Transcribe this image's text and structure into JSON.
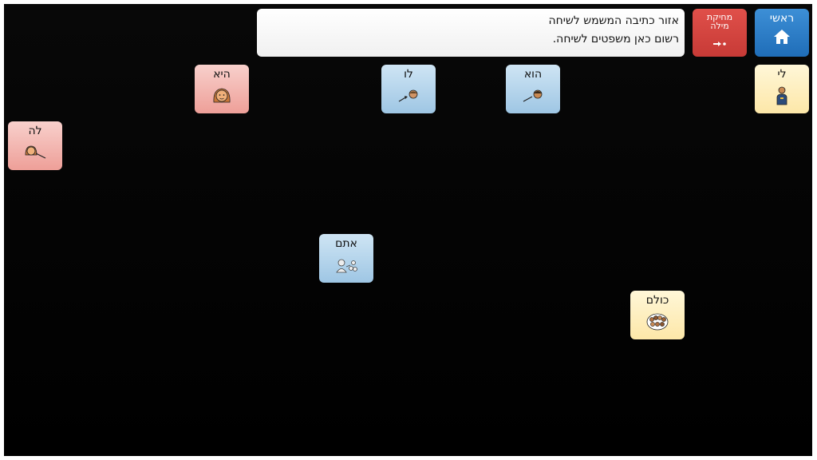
{
  "toolbar": {
    "home_label": "ראשי",
    "delete_label": "מחיקת מילה",
    "message_lines": [
      "אזור כתיבה המשמש לשיחה",
      "רשום כאן משפטים לשיחה."
    ]
  },
  "tiles": {
    "li": {
      "label": "לי",
      "icon": "person-self-icon"
    },
    "hu": {
      "label": "הוא",
      "icon": "boy-pointing-icon"
    },
    "lo": {
      "label": "לו",
      "icon": "to-him-icon"
    },
    "hi": {
      "label": "היא",
      "icon": "girl-face-icon"
    },
    "la": {
      "label": "לה",
      "icon": "to-her-icon"
    },
    "atem": {
      "label": "אתם",
      "icon": "you-plural-icon"
    },
    "kulam": {
      "label": "כולם",
      "icon": "everyone-icon"
    }
  },
  "colors": {
    "pronoun_male": "#b3d4ec",
    "pronoun_female": "#f3b7b1",
    "pronoun_self": "#fdefc0",
    "home": "#2f7ec8",
    "delete": "#d6463f"
  }
}
